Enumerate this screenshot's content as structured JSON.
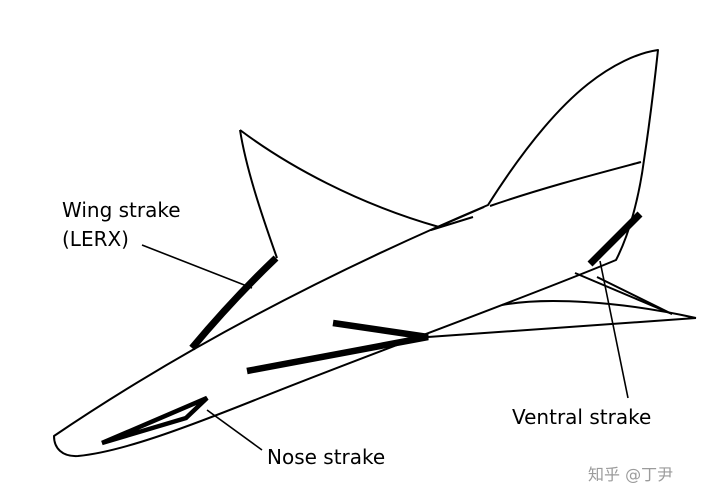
{
  "figure": {
    "labels": {
      "wing_strake_line1": "Wing strake",
      "wing_strake_line2": "(LERX)",
      "nose_strake": "Nose strake",
      "ventral_strake": "Ventral strake"
    },
    "watermark": "知乎 @丁尹",
    "colors": {
      "ink": "#000000",
      "background": "#ffffff",
      "watermark": "#9b9b9b"
    }
  }
}
